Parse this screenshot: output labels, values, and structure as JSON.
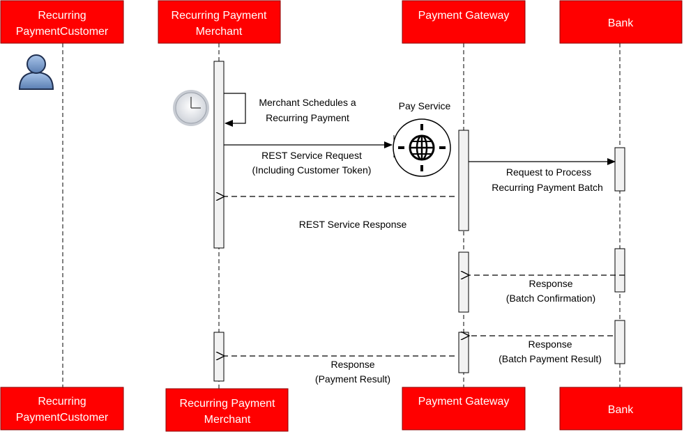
{
  "participants": {
    "customer": {
      "line1": "Recurring",
      "line2": "PaymentCustomer"
    },
    "merchant": {
      "line1": "Recurring Payment",
      "line2": "Merchant"
    },
    "gateway": {
      "label": "Payment Gateway"
    },
    "bank": {
      "label": "Bank"
    }
  },
  "messages": {
    "schedule": {
      "line1": "Merchant Schedules a",
      "line2": "Recurring Payment"
    },
    "rest_request": {
      "line1": "REST Service Request",
      "line2": "(Including Customer Token)"
    },
    "process_request": {
      "line1": "Request to Process",
      "line2": "Recurring Payment Batch"
    },
    "rest_response": {
      "label": "REST Service Response"
    },
    "batch_confirmation": {
      "line1": "Response",
      "line2": "(Batch Confirmation)"
    },
    "batch_result": {
      "line1": "Response",
      "line2": "(Batch Payment Result)"
    },
    "payment_result": {
      "line1": "Response",
      "line2": "(Payment Result)"
    }
  },
  "service": {
    "label": "Pay Service"
  },
  "icons": {
    "actor": "user-icon",
    "timer": "clock-icon",
    "service": "globe-icon"
  },
  "colors": {
    "participant_fill": "#ff0000",
    "participant_text": "#ffffff"
  }
}
